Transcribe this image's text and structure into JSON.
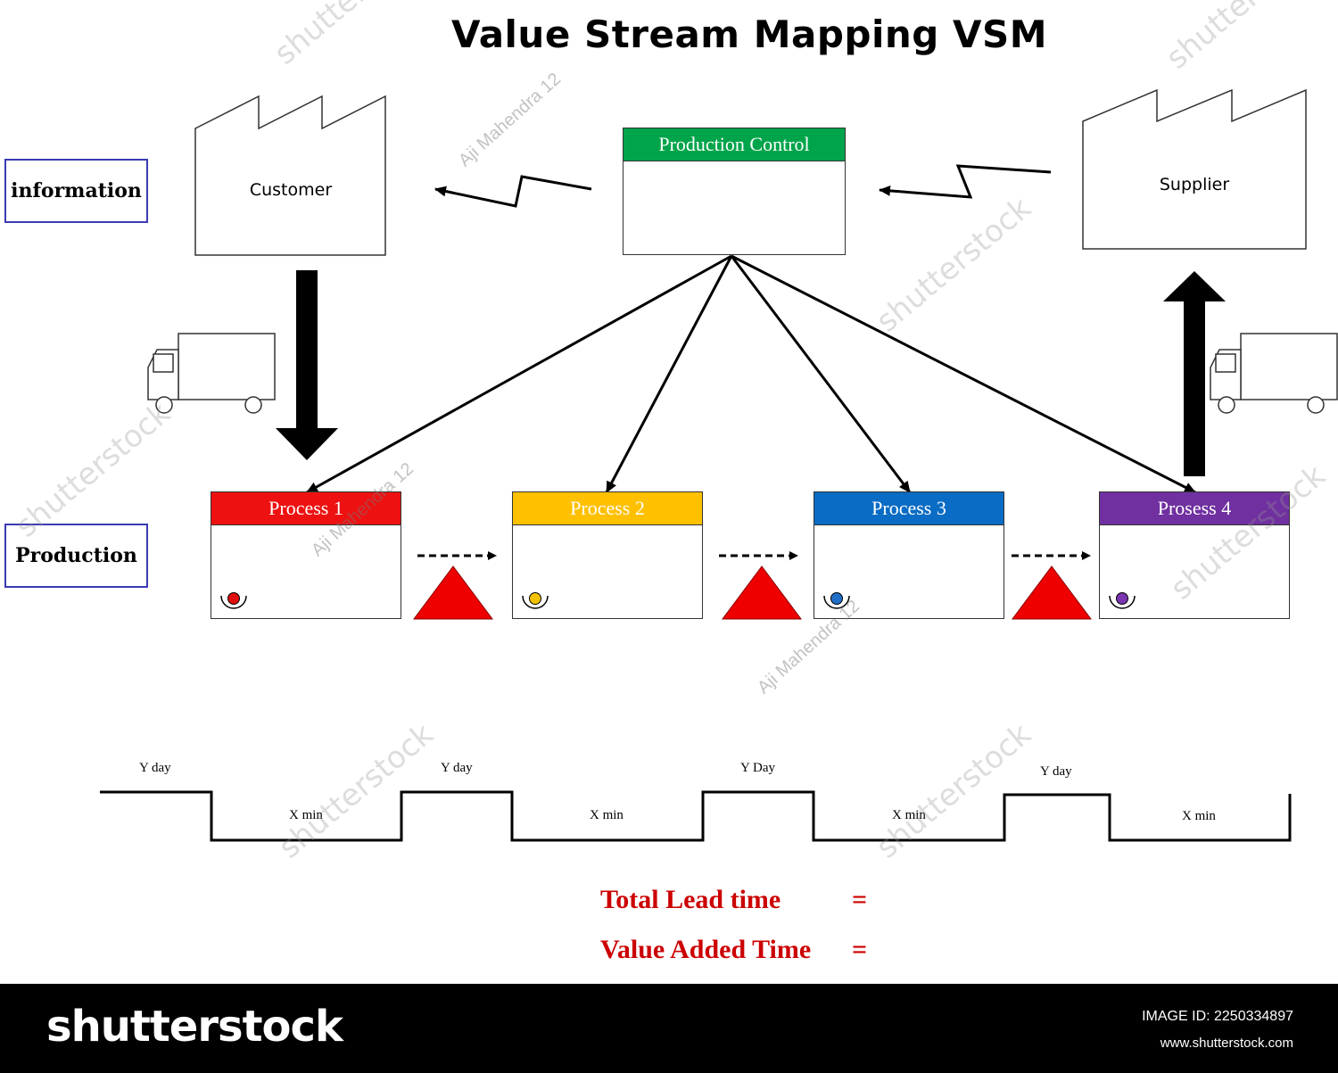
{
  "title": "Value Stream Mapping VSM",
  "side_labels": {
    "information": "information",
    "production": "Production"
  },
  "customer": {
    "label": "Customer"
  },
  "supplier": {
    "label": "Supplier"
  },
  "production_control": {
    "label": "Production Control",
    "color": "#00a44a"
  },
  "processes": [
    {
      "label": "Process 1",
      "color": "#ee1111",
      "operator_color": "#e01010"
    },
    {
      "label": "Process 2",
      "color": "#ffc000",
      "operator_color": "#f2c200"
    },
    {
      "label": "Process 3",
      "color": "#0a6cc4",
      "operator_color": "#1f6fc7"
    },
    {
      "label": "Prosess 4",
      "color": "#7030a0",
      "operator_color": "#7a35b0"
    }
  ],
  "timeline": {
    "upper": [
      "Y day",
      "Y day",
      "Y Day",
      "Y day"
    ],
    "lower": [
      "X min",
      "X min",
      "X min",
      "X min"
    ]
  },
  "summary": {
    "total_lead_time": "Total Lead time",
    "value_added_time": "Value Added Time",
    "equals": "="
  },
  "colors": {
    "inventory": "#ee0000",
    "summary_text": "#cc0000",
    "label_border": "#3a3ab4"
  },
  "watermarks": {
    "stock": "shutterstock",
    "author": "Aji Mahendra 12"
  },
  "footer": {
    "brand": "shutterstock",
    "image_id": "IMAGE ID: 2250334897",
    "site": "www.shutterstock.com"
  }
}
